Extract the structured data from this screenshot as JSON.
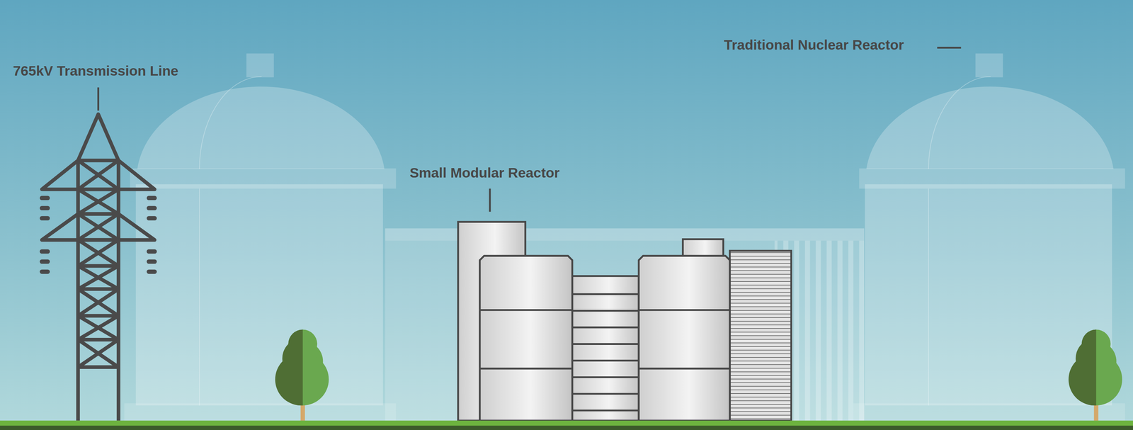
{
  "diagram": {
    "labels": [
      "765kV Transmission Line",
      "Traditional Nuclear Reactor",
      "Small Modular Reactor"
    ]
  }
}
